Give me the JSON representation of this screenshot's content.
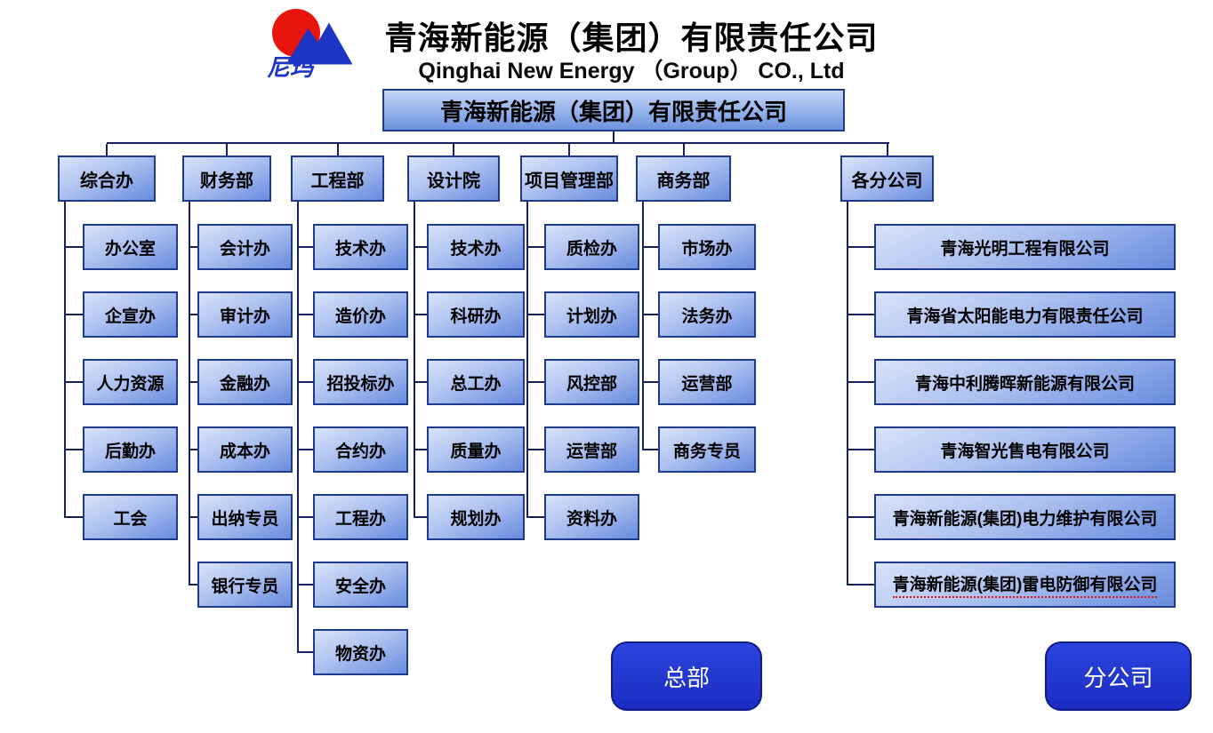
{
  "header": {
    "logo_text": "尼玛",
    "title_cn": "青海新能源（集团）有限责任公司",
    "title_en": "Qinghai New Energy （Group） CO., Ltd"
  },
  "root": {
    "label": "青海新能源（集团）有限责任公司"
  },
  "departments": [
    {
      "name": "综合办",
      "children": [
        "办公室",
        "企宣办",
        "人力资源",
        "后勤办",
        "工会"
      ]
    },
    {
      "name": "财务部",
      "children": [
        "会计办",
        "审计办",
        "金融办",
        "成本办",
        "出纳专员",
        "银行专员"
      ]
    },
    {
      "name": "工程部",
      "children": [
        "技术办",
        "造价办",
        "招投标办",
        "合约办",
        "工程办",
        "安全办",
        "物资办"
      ]
    },
    {
      "name": "设计院",
      "children": [
        "技术办",
        "科研办",
        "总工办",
        "质量办",
        "规划办"
      ]
    },
    {
      "name": "项目管理部",
      "children": [
        "质检办",
        "计划办",
        "风控部",
        "运营部",
        "资料办"
      ]
    },
    {
      "name": "商务部",
      "children": [
        "市场办",
        "法务办",
        "运营部",
        "商务专员"
      ]
    },
    {
      "name": "各分公司",
      "children": [
        "青海光明工程有限公司",
        "青海省太阳能电力有限责任公司",
        "青海中利腾晖新能源有限公司",
        "青海智光售电有限公司",
        "青海新能源(集团)电力维护有限公司",
        "青海新能源(集团)雷电防御有限公司"
      ]
    }
  ],
  "legend": {
    "headquarters": "总部",
    "branch": "分公司"
  },
  "artifacts": {
    "red_underline_item": "青海新能源(集团)雷电防御有限公司"
  },
  "colors": {
    "box_border": "#1e3a8c",
    "line": "#17205e",
    "legend_fill": "#1b2cc0",
    "logo_red": "#e8150d",
    "logo_blue": "#1d35c5"
  }
}
